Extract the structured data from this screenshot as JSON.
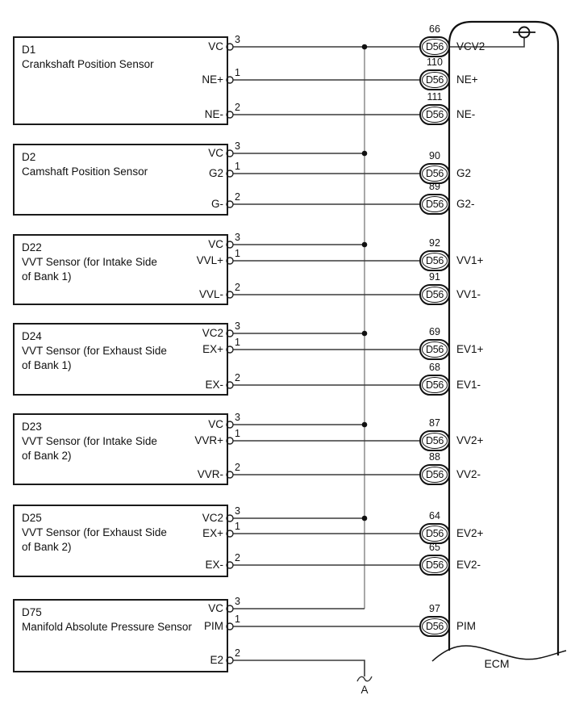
{
  "palette": {
    "line": "#3a3a3a",
    "bus_line": "#8c8c8c",
    "outline": "#111111",
    "background": "#ffffff"
  },
  "connector_code": "D56",
  "ecm": {
    "caption": "ECM"
  },
  "ground_ref": {
    "label": "A"
  },
  "sensors": [
    {
      "id": "D1",
      "name_lines": [
        "Crankshaft Position Sensor"
      ],
      "terminals": [
        {
          "label": "VC",
          "pin": "3",
          "connects_to": "ecm",
          "ecm": {
            "pin": "66",
            "label": "VCV2"
          }
        },
        {
          "label": "NE+",
          "pin": "1",
          "connects_to": "ecm",
          "ecm": {
            "pin": "110",
            "label": "NE+"
          }
        },
        {
          "label": "NE-",
          "pin": "2",
          "connects_to": "ecm",
          "ecm": {
            "pin": "111",
            "label": "NE-"
          }
        }
      ]
    },
    {
      "id": "D2",
      "name_lines": [
        "Camshaft Position Sensor"
      ],
      "terminals": [
        {
          "label": "VC",
          "pin": "3",
          "connects_to": "vc-bus"
        },
        {
          "label": "G2",
          "pin": "1",
          "connects_to": "ecm",
          "ecm": {
            "pin": "90",
            "label": "G2"
          }
        },
        {
          "label": "G-",
          "pin": "2",
          "connects_to": "ecm",
          "ecm": {
            "pin": "89",
            "label": "G2-"
          }
        }
      ]
    },
    {
      "id": "D22",
      "name_lines": [
        "VVT Sensor (for Intake Side",
        "of Bank 1)"
      ],
      "terminals": [
        {
          "label": "VC",
          "pin": "3",
          "connects_to": "vc-bus"
        },
        {
          "label": "VVL+",
          "pin": "1",
          "connects_to": "ecm",
          "ecm": {
            "pin": "92",
            "label": "VV1+"
          }
        },
        {
          "label": "VVL-",
          "pin": "2",
          "connects_to": "ecm",
          "ecm": {
            "pin": "91",
            "label": "VV1-"
          }
        }
      ]
    },
    {
      "id": "D24",
      "name_lines": [
        "VVT Sensor (for Exhaust Side",
        "of Bank 1)"
      ],
      "terminals": [
        {
          "label": "VC2",
          "pin": "3",
          "connects_to": "vc-bus"
        },
        {
          "label": "EX+",
          "pin": "1",
          "connects_to": "ecm",
          "ecm": {
            "pin": "69",
            "label": "EV1+"
          }
        },
        {
          "label": "EX-",
          "pin": "2",
          "connects_to": "ecm",
          "ecm": {
            "pin": "68",
            "label": "EV1-"
          }
        }
      ]
    },
    {
      "id": "D23",
      "name_lines": [
        "VVT Sensor (for Intake Side",
        "of Bank 2)"
      ],
      "terminals": [
        {
          "label": "VC",
          "pin": "3",
          "connects_to": "vc-bus"
        },
        {
          "label": "VVR+",
          "pin": "1",
          "connects_to": "ecm",
          "ecm": {
            "pin": "87",
            "label": "VV2+"
          }
        },
        {
          "label": "VVR-",
          "pin": "2",
          "connects_to": "ecm",
          "ecm": {
            "pin": "88",
            "label": "VV2-"
          }
        }
      ]
    },
    {
      "id": "D25",
      "name_lines": [
        "VVT Sensor (for Exhaust Side",
        "of Bank 2)"
      ],
      "terminals": [
        {
          "label": "VC2",
          "pin": "3",
          "connects_to": "vc-bus"
        },
        {
          "label": "EX+",
          "pin": "1",
          "connects_to": "ecm",
          "ecm": {
            "pin": "64",
            "label": "EV2+"
          }
        },
        {
          "label": "EX-",
          "pin": "2",
          "connects_to": "ecm",
          "ecm": {
            "pin": "65",
            "label": "EV2-"
          }
        }
      ]
    },
    {
      "id": "D75",
      "name_lines": [
        "Manifold Absolute Pressure Sensor"
      ],
      "terminals": [
        {
          "label": "VC",
          "pin": "3",
          "connects_to": "vc-bus"
        },
        {
          "label": "PIM",
          "pin": "1",
          "connects_to": "ecm",
          "ecm": {
            "pin": "97",
            "label": "PIM"
          }
        },
        {
          "label": "E2",
          "pin": "2",
          "connects_to": "ground-a"
        }
      ]
    }
  ]
}
